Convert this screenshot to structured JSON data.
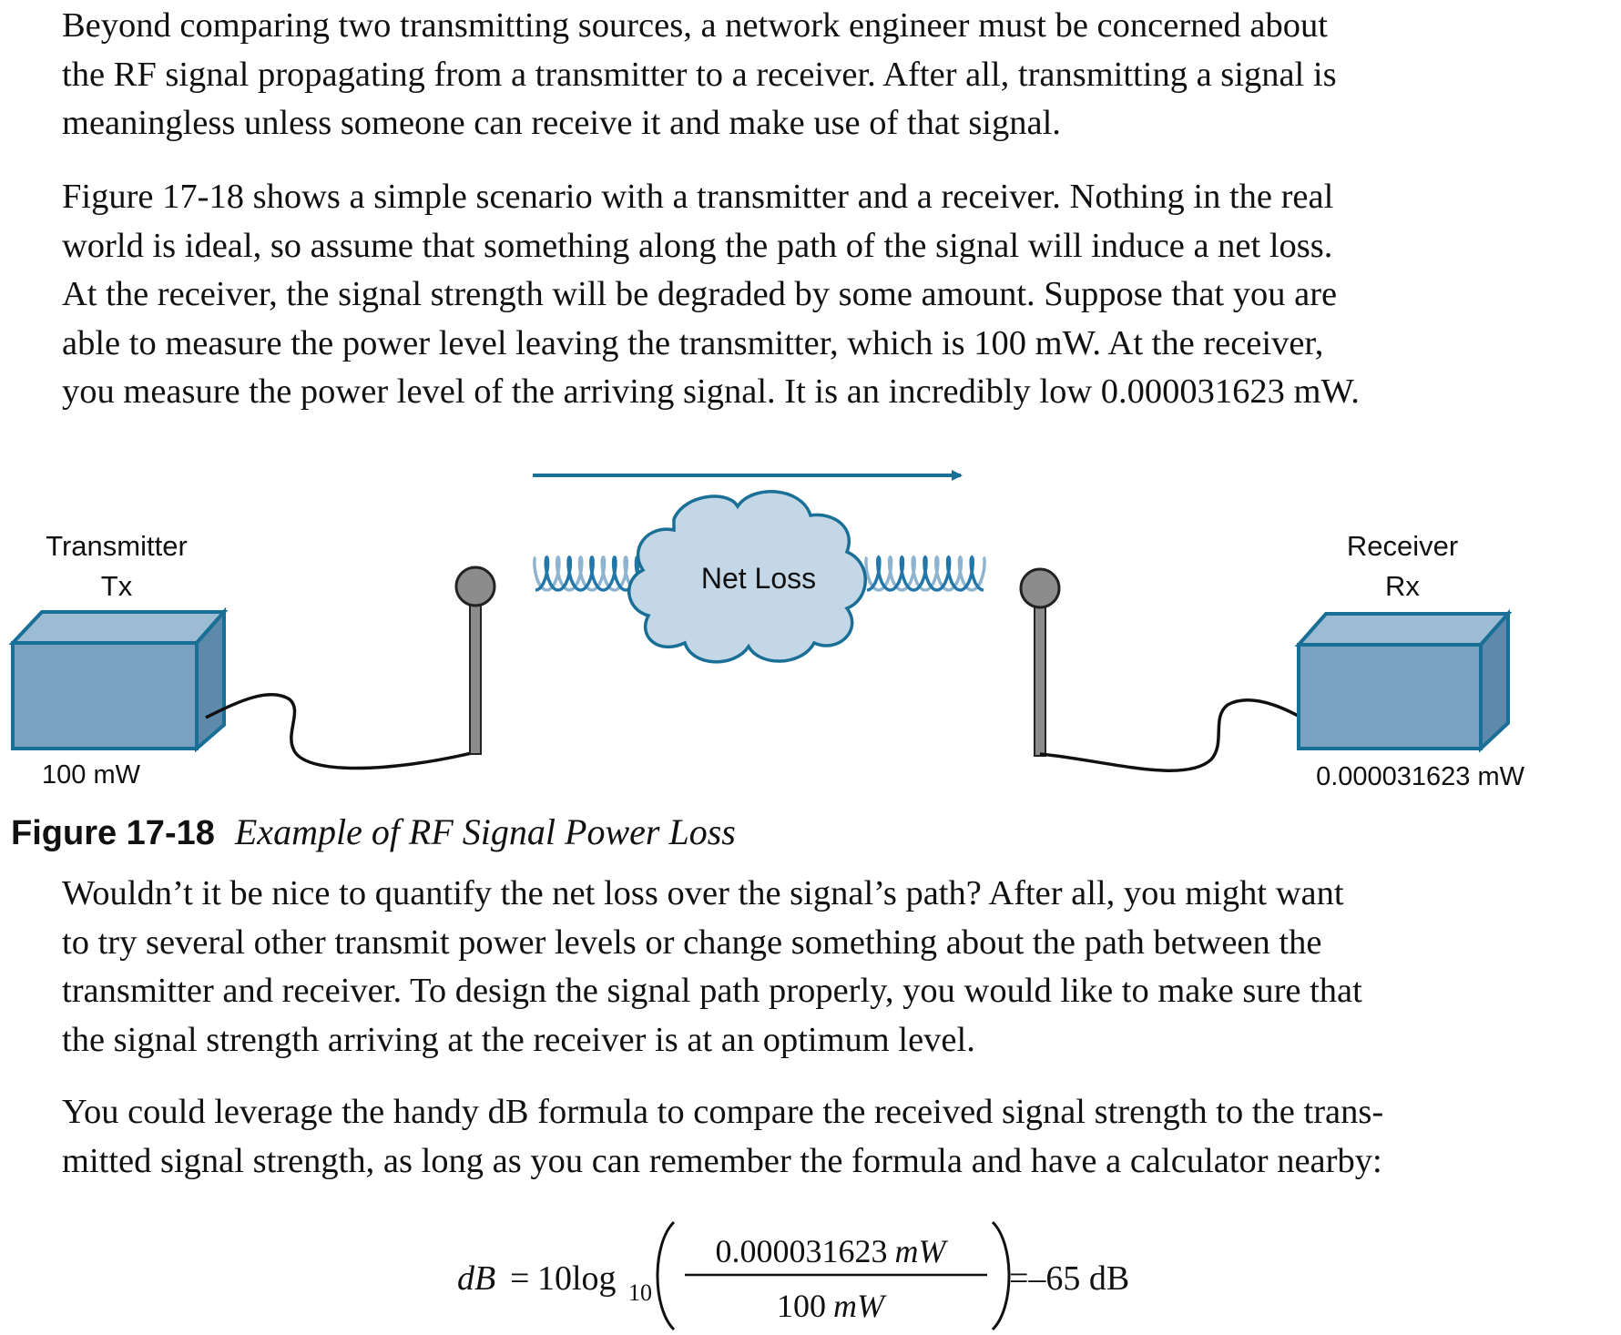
{
  "paragraphs": [
    {
      "id": "intro",
      "lines": [
        "Beyond comparing two transmitting sources, a network engineer must be concerned about",
        "the RF signal propagating from a transmitter to a receiver. After all, transmitting a signal is",
        "meaningless unless someone can receive it and make use of that signal."
      ]
    },
    {
      "id": "scenario",
      "lines": [
        "Figure 17-18 shows a simple scenario with a transmitter and a receiver. Nothing in the real",
        "world is ideal, so assume that something along the path of the signal will induce a net loss.",
        "At the receiver, the signal strength will be degraded by some amount. Suppose that you are",
        "able to measure the power level leaving the transmitter, which is 100 mW. At the receiver,",
        "you measure the power level of the arriving signal. It is an incredibly low 0.000031623 mW."
      ]
    },
    {
      "id": "quantify",
      "lines": [
        "Wouldn’t it be nice to quantify the net loss over the signal’s path? After all, you might want",
        "to try several other transmit power levels or change something about the path between the",
        "transmitter and receiver. To design the signal path properly, you would like to make sure that",
        "the signal strength arriving at the receiver is at an optimum level."
      ]
    },
    {
      "id": "formula-intro",
      "lines": [
        "You could leverage the handy dB formula to compare the received signal strength to the trans-",
        "mitted signal strength, as long as you can remember the formula and have a calculator nearby:"
      ]
    }
  ],
  "figure": {
    "transmitter": {
      "title": "Transmitter",
      "abbr": "Tx",
      "power": "100 mW"
    },
    "receiver": {
      "title": "Receiver",
      "abbr": "Rx",
      "power": "0.000031623 mW"
    },
    "cloud_label": "Net Loss",
    "colors": {
      "box_fill": "#7aa3c1",
      "box_top": "#9cbcd4",
      "box_side": "#5d89aa",
      "box_stroke": "#1a6f96",
      "arrow": "#1a6f96",
      "cloud_fill": "#c4d7e6",
      "wave_dark": "#2277a8",
      "wave_light": "#8fb4cf",
      "antenna": "#8c8c8c"
    },
    "caption": {
      "number": "Figure 17-18",
      "title": "Example of RF Signal Power Loss"
    }
  },
  "formula": {
    "lhs": "dB",
    "equals": "=",
    "coefficient": "10log",
    "base": "10",
    "numerator": {
      "value": "0.000031623",
      "unit": "mW"
    },
    "denominator": {
      "value": "100",
      "unit": "mW"
    },
    "result": "=–65 dB"
  }
}
